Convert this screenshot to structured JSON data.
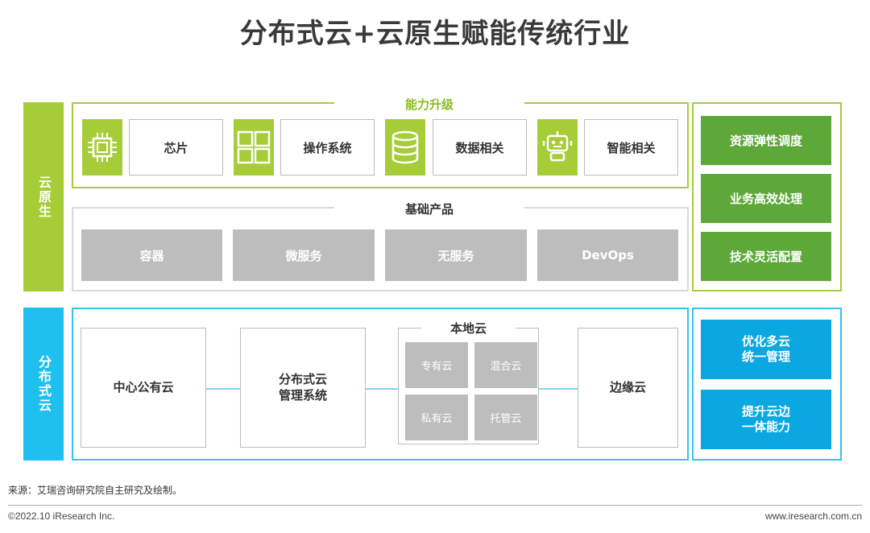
{
  "title": "分布式云+云原生赋能传统行业",
  "side_labels": {
    "cloud_native": "云原生",
    "distributed": "分布式云"
  },
  "upgrade": {
    "legend": "能力升级",
    "items": [
      {
        "icon": "chip-icon",
        "label": "芯片"
      },
      {
        "icon": "grid-icon",
        "label": "操作系统"
      },
      {
        "icon": "database-icon",
        "label": "数据相关"
      },
      {
        "icon": "robot-icon",
        "label": "智能相关"
      }
    ]
  },
  "base": {
    "legend": "基础产品",
    "items": [
      "容器",
      "微服务",
      "无服务",
      "DevOps"
    ]
  },
  "right_green": [
    "资源弹性调度",
    "业务高效处理",
    "技术灵活配置"
  ],
  "distributed": {
    "central_cloud": "中心公有云",
    "mgmt_line1": "分布式云",
    "mgmt_line2": "管理系统",
    "local_cloud": {
      "legend": "本地云",
      "items": [
        "专有云",
        "混合云",
        "私有云",
        "托管云"
      ]
    },
    "edge_cloud": "边缘云"
  },
  "right_blue": [
    {
      "line1": "优化多云",
      "line2": "统一管理"
    },
    {
      "line1": "提升云边",
      "line2": "一体能力"
    }
  ],
  "footer": {
    "source": "来源：艾瑞咨询研究院自主研究及绘制。",
    "copyright": "©2022.10 iResearch Inc.",
    "site": "www.iresearch.com.cn"
  },
  "colors": {
    "green": "#a6cc38",
    "dark_green": "#5ea83a",
    "blue": "#1fc0ef",
    "dark_blue": "#0aa7e0",
    "grey": "#bdbdbd"
  }
}
